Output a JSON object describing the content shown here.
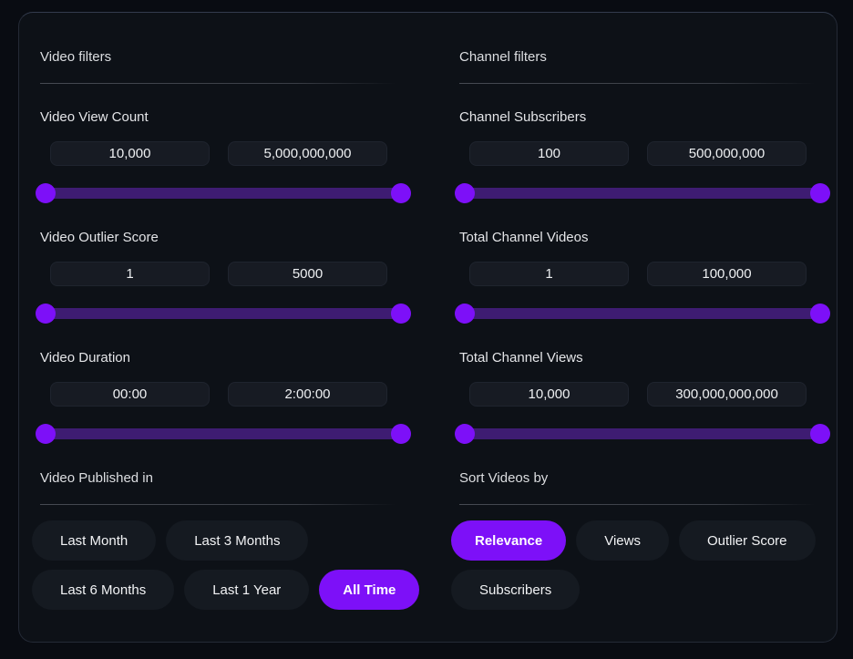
{
  "colors": {
    "accent_purple": "#7d10f8",
    "slider_track_purple": "#3e1c72",
    "panel_background": "#0d1117",
    "page_background": "#090c12",
    "input_background": "#171b23",
    "pill_background": "#151a21"
  },
  "video_filters": {
    "title": "Video filters",
    "groups": [
      {
        "label": "Video View Count",
        "min": "10,000",
        "max": "5,000,000,000"
      },
      {
        "label": "Video Outlier Score",
        "min": "1",
        "max": "5000"
      },
      {
        "label": "Video Duration",
        "min": "00:00",
        "max": "2:00:00"
      }
    ],
    "published": {
      "title": "Video Published in",
      "options": [
        {
          "label": "Last Month",
          "selected": false
        },
        {
          "label": "Last 3 Months",
          "selected": false
        },
        {
          "label": "Last 6 Months",
          "selected": false
        },
        {
          "label": "Last 1 Year",
          "selected": false
        },
        {
          "label": "All Time",
          "selected": true
        }
      ]
    }
  },
  "channel_filters": {
    "title": "Channel filters",
    "groups": [
      {
        "label": "Channel Subscribers",
        "min": "100",
        "max": "500,000,000"
      },
      {
        "label": "Total Channel Videos",
        "min": "1",
        "max": "100,000"
      },
      {
        "label": "Total Channel Views",
        "min": "10,000",
        "max": "300,000,000,000"
      }
    ],
    "sort": {
      "title": "Sort Videos by",
      "options": [
        {
          "label": "Relevance",
          "selected": true
        },
        {
          "label": "Views",
          "selected": false
        },
        {
          "label": "Outlier Score",
          "selected": false
        },
        {
          "label": "Subscribers",
          "selected": false
        }
      ]
    }
  }
}
